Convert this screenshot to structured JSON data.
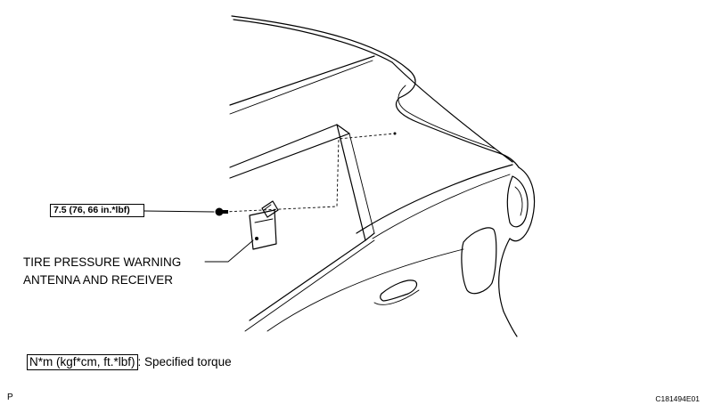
{
  "callouts": {
    "torque_value": "7.5 (76, 66 in.*lbf)",
    "part_name_line1": "TIRE PRESSURE WARNING",
    "part_name_line2": "ANTENNA AND RECEIVER"
  },
  "legend": {
    "torque_unit": "N*m (kgf*cm, ft.*lbf)",
    "description": ": Specified torque"
  },
  "footer": {
    "page_mark": "P",
    "image_code": "C181494E01"
  }
}
